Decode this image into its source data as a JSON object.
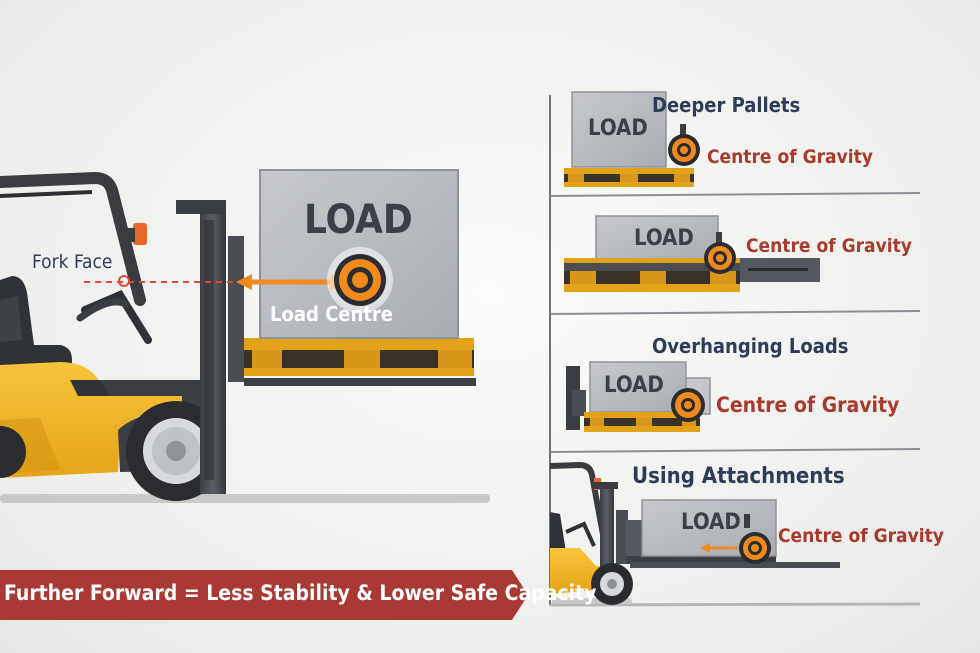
{
  "main": {
    "fork_face_label": "Fork Face",
    "load_text": "LOAD",
    "load_centre_label": "Load Centre"
  },
  "panels": [
    {
      "title": "Deeper Pallets",
      "load_text": "LOAD",
      "cog_label": "Centre of Gravity"
    },
    {
      "title": "",
      "load_text": "LOAD",
      "cog_label": "Centre of Gravity"
    },
    {
      "title": "Overhanging Loads",
      "load_text": "LOAD",
      "cog_label": "Centre of Gravity"
    },
    {
      "title": "Using Attachments",
      "load_text": "LOAD",
      "cog_label": "Centre of Gravity"
    }
  ],
  "banner": {
    "text": "Further Forward = Less Stability & Lower Safe Capacity"
  },
  "colors": {
    "forklift_yellow": "#f2b41e",
    "pallet_yellow": "#e3a21a",
    "cog_orange": "#f08a1c",
    "banner_red": "#a83a33",
    "title_navy": "#2e3d57",
    "cog_red": "#a83a2e"
  }
}
